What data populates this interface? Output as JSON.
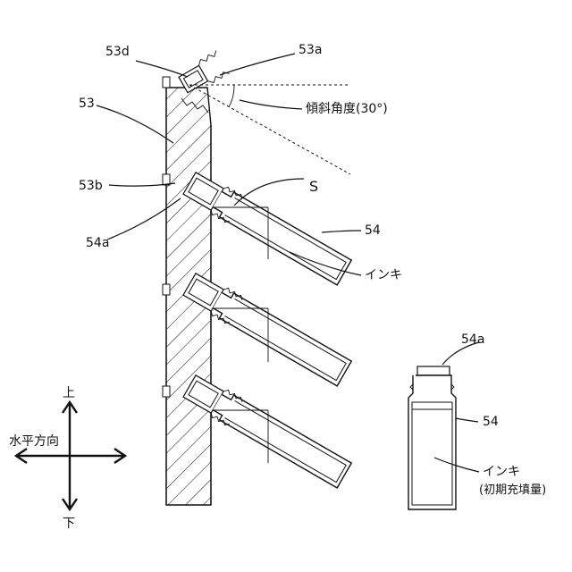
{
  "labels": {
    "ref_53d": "53d",
    "ref_53a": "53a",
    "ref_53": "53",
    "tilt_angle": "傾斜角度(30°)",
    "ref_s": "S",
    "ref_53b": "53b",
    "ref_54": "54",
    "ref_54a": "54a",
    "ink": "インキ",
    "bottle_ref_54a": "54a",
    "bottle_ref_54": "54",
    "bottle_ink": "インキ",
    "bottle_ink_note": "(初期充填量)",
    "dir_up": "上",
    "dir_horizontal": "水平方向",
    "dir_down": "下"
  }
}
